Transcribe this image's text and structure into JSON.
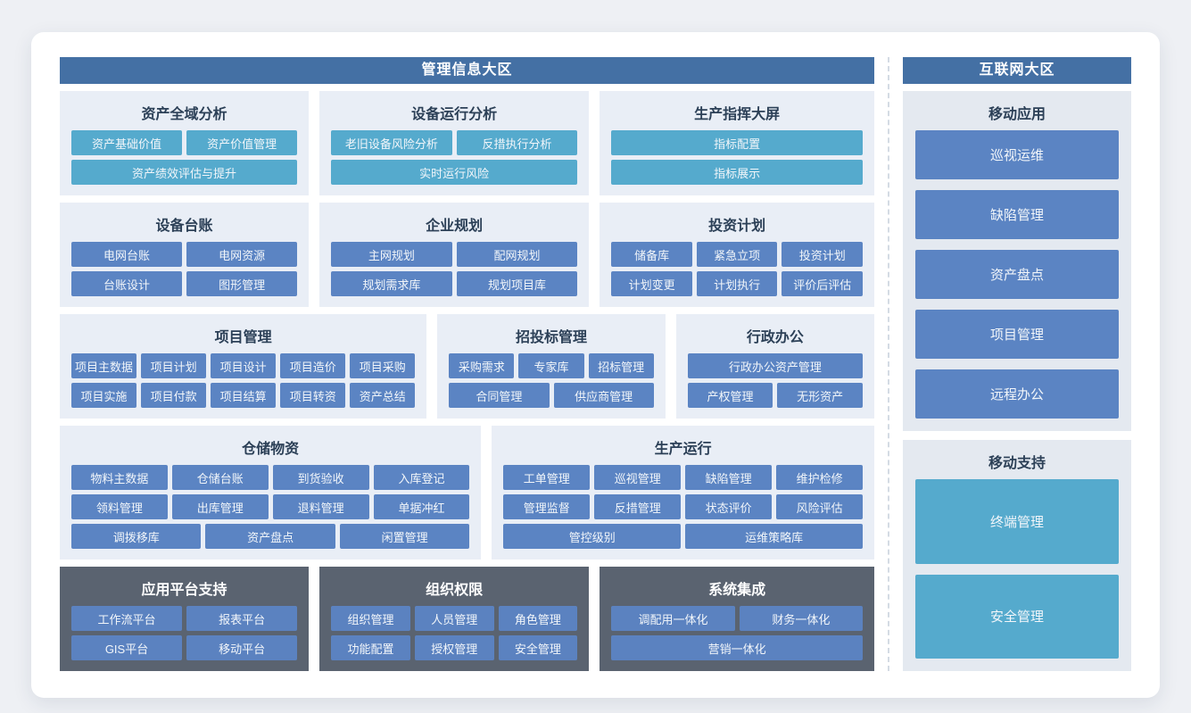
{
  "colors": {
    "zone_header_bg": "#4470a4",
    "panel_light_bg": "#e9eef6",
    "panel_right_bg": "#e4e9f0",
    "panel_dark_bg": "#5a6370",
    "btn_blue": "#5b84c3",
    "btn_teal": "#55aacd",
    "btn_dark_blue": "#5b82c0",
    "title_dark": "#2c4057"
  },
  "left_zone": {
    "title": "管理信息大区",
    "rows": [
      {
        "panels": [
          {
            "title": "资产全域分析",
            "theme": "light",
            "accent": "teal",
            "flex": 274,
            "button_rows": [
              [
                "资产基础价值",
                "资产价值管理"
              ],
              [
                "资产绩效评估与提升"
              ]
            ]
          },
          {
            "title": "设备运行分析",
            "theme": "light",
            "accent": "teal",
            "flex": 299,
            "button_rows": [
              [
                "老旧设备风险分析",
                "反措执行分析"
              ],
              [
                "实时运行风险"
              ]
            ]
          },
          {
            "title": "生产指挥大屏",
            "theme": "light",
            "accent": "teal",
            "flex": 305,
            "button_rows": [
              [
                "指标配置"
              ],
              [
                "指标展示"
              ]
            ]
          }
        ]
      },
      {
        "panels": [
          {
            "title": "设备台账",
            "theme": "light",
            "accent": "blue",
            "flex": 274,
            "button_rows": [
              [
                "电网台账",
                "电网资源"
              ],
              [
                "台账设计",
                "图形管理"
              ]
            ]
          },
          {
            "title": "企业规划",
            "theme": "light",
            "accent": "blue",
            "flex": 299,
            "button_rows": [
              [
                "主网规划",
                "配网规划"
              ],
              [
                "规划需求库",
                "规划项目库"
              ]
            ]
          },
          {
            "title": "投资计划",
            "theme": "light",
            "accent": "blue",
            "flex": 305,
            "button_rows": [
              [
                "储备库",
                "紧急立项",
                "投资计划"
              ],
              [
                "计划变更",
                "计划执行",
                "评价后评估"
              ]
            ]
          }
        ]
      },
      {
        "panels": [
          {
            "title": "项目管理",
            "theme": "light",
            "accent": "blue",
            "flex": 420,
            "button_rows": [
              [
                "项目主数据",
                "项目计划",
                "项目设计",
                "项目造价",
                "项目采购"
              ],
              [
                "项目实施",
                "项目付款",
                "项目结算",
                "项目转资",
                "资产总结"
              ]
            ]
          },
          {
            "title": "招投标管理",
            "theme": "light",
            "accent": "blue",
            "flex": 250,
            "button_rows": [
              [
                "采购需求",
                "专家库",
                "招标管理"
              ],
              [
                "合同管理",
                "供应商管理"
              ]
            ]
          },
          {
            "title": "行政办公",
            "theme": "light",
            "accent": "blue",
            "flex": 214,
            "button_rows": [
              [
                "行政办公资产管理"
              ],
              [
                "产权管理",
                "无形资产"
              ]
            ]
          }
        ]
      },
      {
        "panels": [
          {
            "title": "仓储物资",
            "theme": "light",
            "accent": "blue",
            "flex": 470,
            "button_rows": [
              [
                "物料主数据",
                "仓储台账",
                "到货验收",
                "入库登记"
              ],
              [
                "领料管理",
                "出库管理",
                "退料管理",
                "单据冲红"
              ],
              [
                "调拨移库",
                "资产盘点",
                "闲置管理"
              ]
            ]
          },
          {
            "title": "生产运行",
            "theme": "light",
            "accent": "blue",
            "flex": 424,
            "button_rows": [
              [
                "工单管理",
                "巡视管理",
                "缺陷管理",
                "维护检修"
              ],
              [
                "管理监督",
                "反措管理",
                "状态评价",
                "风险评估"
              ],
              [
                "管控级别",
                "运维策略库"
              ]
            ]
          }
        ]
      },
      {
        "panels": [
          {
            "title": "应用平台支持",
            "theme": "dark",
            "accent": "darkblue",
            "flex": 274,
            "button_rows": [
              [
                "工作流平台",
                "报表平台"
              ],
              [
                "GIS平台",
                "移动平台"
              ]
            ]
          },
          {
            "title": "组织权限",
            "theme": "dark",
            "accent": "darkblue",
            "flex": 299,
            "button_rows": [
              [
                "组织管理",
                "人员管理",
                "角色管理"
              ],
              [
                "功能配置",
                "授权管理",
                "安全管理"
              ]
            ]
          },
          {
            "title": "系统集成",
            "theme": "dark",
            "accent": "darkblue",
            "flex": 305,
            "button_rows": [
              [
                "调配用一体化",
                "财务一体化"
              ],
              [
                "营销一体化"
              ]
            ]
          }
        ]
      }
    ]
  },
  "right_zone": {
    "title": "互联网大区",
    "panels": [
      {
        "title": "移动应用",
        "accent": "blue",
        "button_height": 55,
        "fill": false,
        "buttons": [
          "巡视运维",
          "缺陷管理",
          "资产盘点",
          "项目管理",
          "远程办公"
        ]
      },
      {
        "title": "移动支持",
        "accent": "teal",
        "button_height": 76,
        "fill": true,
        "buttons": [
          "终端管理",
          "安全管理"
        ]
      }
    ]
  }
}
